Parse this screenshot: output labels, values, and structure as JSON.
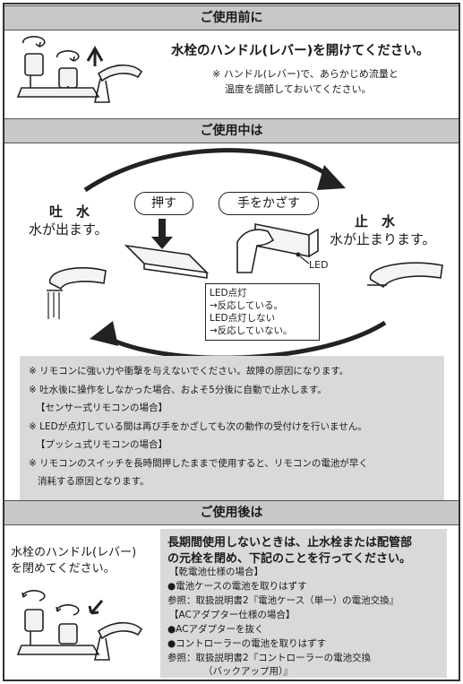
{
  "before": {
    "header": "ご使用前に",
    "instruction": "水栓のハンドル(レバー)を開けてください。",
    "note_line1": "※ ハンドル(レバー)で、あらかじめ流量と",
    "note_line2": "温度を調節しておいてください。"
  },
  "during": {
    "header": "ご使用中は",
    "spout_title": "吐　水",
    "spout_desc": "水が出ます。",
    "stop_title": "止　水",
    "stop_desc": "水が止まります。",
    "push_label": "押す",
    "hover_label": "手をかざす",
    "led_label": "LED",
    "led_on": "LED点灯",
    "led_on_desc": "→反応している。",
    "led_off": "LED点灯しない",
    "led_off_desc": "→反応していない。",
    "notes": [
      "※ リモコンに強い力や衝撃を与えないでください。故障の原因になります。",
      "※ 吐水後に操作をしなかった場合、およそ5分後に自動で止水します。",
      "【センサー式リモコンの場合】",
      "※ LEDが点灯している間は再び手をかざしても次の動作の受付けを行いません。",
      "【プッシュ式リモコンの場合】",
      "※ リモコンのスイッチを長時間押したままで使用すると、リモコンの電池が早く",
      "消耗する原因となります。"
    ]
  },
  "after": {
    "header": "ご使用後は",
    "instruction_line1": "水栓のハンドル(レバー)",
    "instruction_line2": "を閉めてください。",
    "lead_line1": "長期間使用しないときは、止水栓または配管部",
    "lead_line2": "の元栓を閉め、下記のことを行ってください。",
    "items": [
      "【乾電池仕様の場合】",
      "●電池ケースの電池を取りはずす",
      "参照：取扱説明書2『電池ケース（単一）の電池交換』",
      "【ACアダプター仕様の場合】",
      "●ACアダプターを抜く",
      "●コントローラーの電池を取りはずす",
      "参照：取扱説明書2『コントローラーの電池交換",
      "（バックアップ用）』"
    ]
  }
}
